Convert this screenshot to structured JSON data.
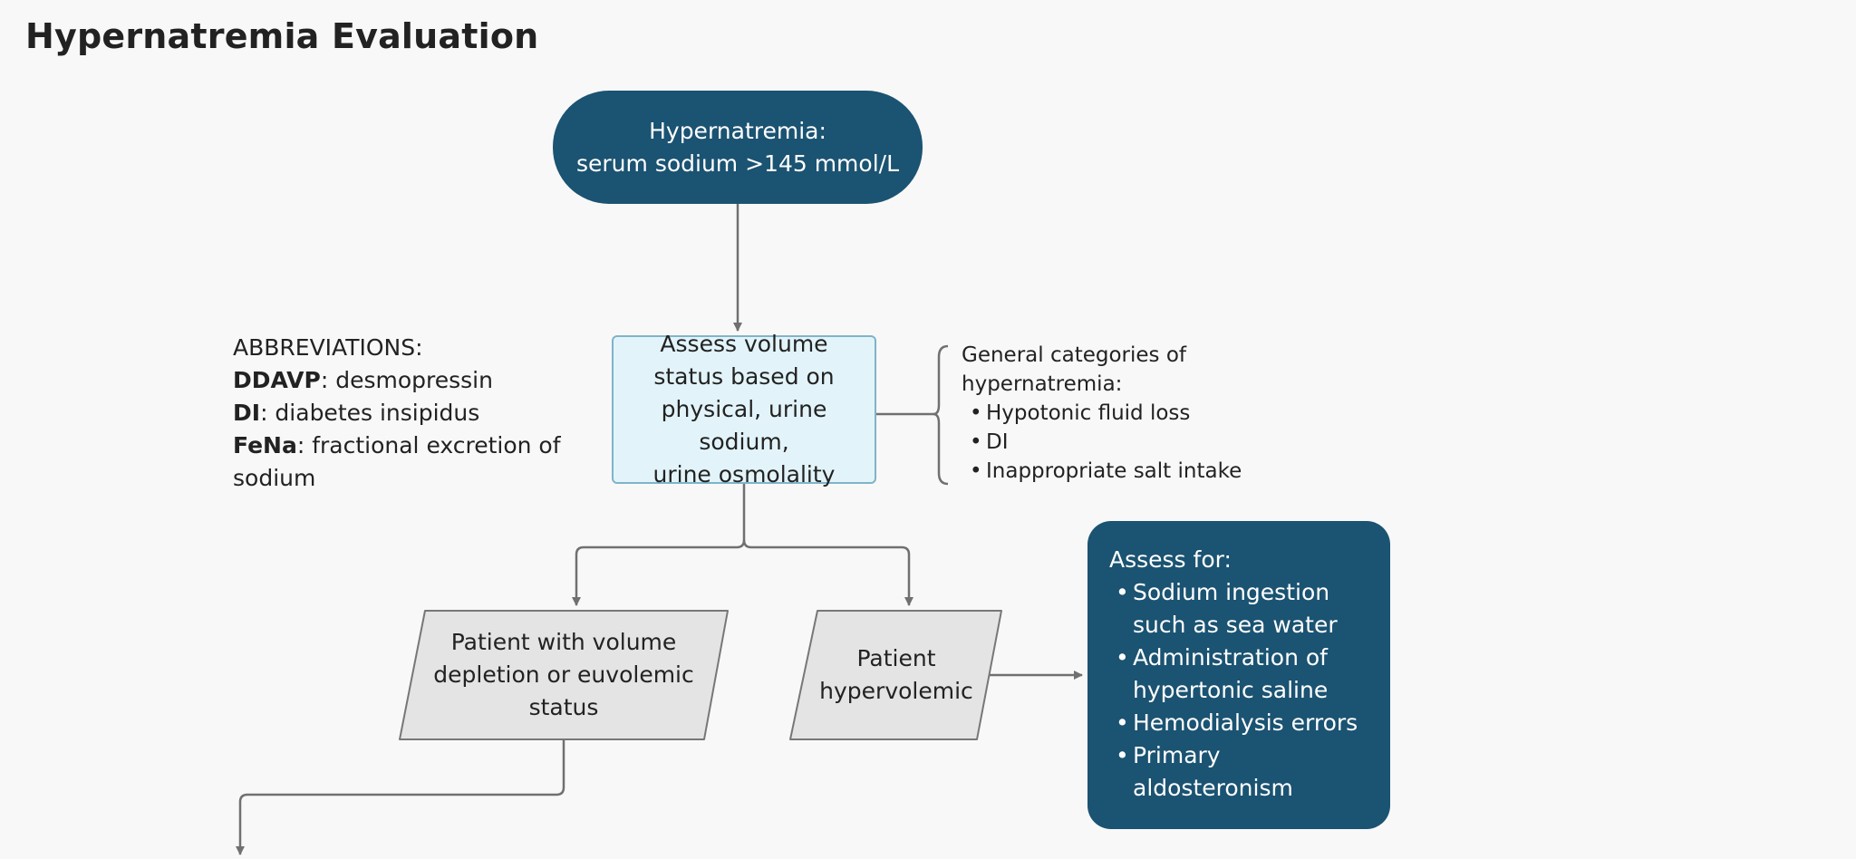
{
  "title": "Hypernatremia Evaluation",
  "start_node": {
    "line1": "Hypernatremia:",
    "line2": "serum sodium >145 mmol/L"
  },
  "assess_node": {
    "lines": [
      "Assess volume",
      "status based on",
      "physical, urine sodium,",
      "urine osmolality"
    ]
  },
  "abbreviations": {
    "heading": "ABBREVIATIONS:",
    "items": [
      {
        "term": "DDAVP",
        "definition": ": desmopressin"
      },
      {
        "term": "DI",
        "definition": ": diabetes insipidus"
      },
      {
        "term": "FeNa",
        "definition": ": fractional excretion of",
        "continuation": "sodium"
      }
    ]
  },
  "categories_note": {
    "heading_line1": "General categories of",
    "heading_line2": "hypernatremia:",
    "items": [
      "Hypotonic fluid loss",
      "DI",
      "Inappropriate salt intake"
    ]
  },
  "volume_depletion_node": {
    "lines": [
      "Patient with volume",
      "depletion or euvolemic",
      "status"
    ]
  },
  "hypervolemic_node": {
    "lines": [
      "Patient",
      "hypervolemic"
    ]
  },
  "assess_for_box": {
    "heading": "Assess for:",
    "items": [
      {
        "line1": "Sodium ingestion",
        "line2": "such as sea water"
      },
      {
        "line1": "Administration of",
        "line2": "hypertonic saline"
      },
      {
        "line1": "Hemodialysis errors",
        "line2": ""
      },
      {
        "line1": "Primary",
        "line2": "aldosteronism"
      }
    ]
  },
  "colors": {
    "dark_node": "#1b5372",
    "assess_fill": "#e2f4fa",
    "assess_border": "#7fb4c9",
    "parallelogram_fill": "#e4e4e4",
    "connector": "#707070",
    "background": "#f8f8f8"
  }
}
